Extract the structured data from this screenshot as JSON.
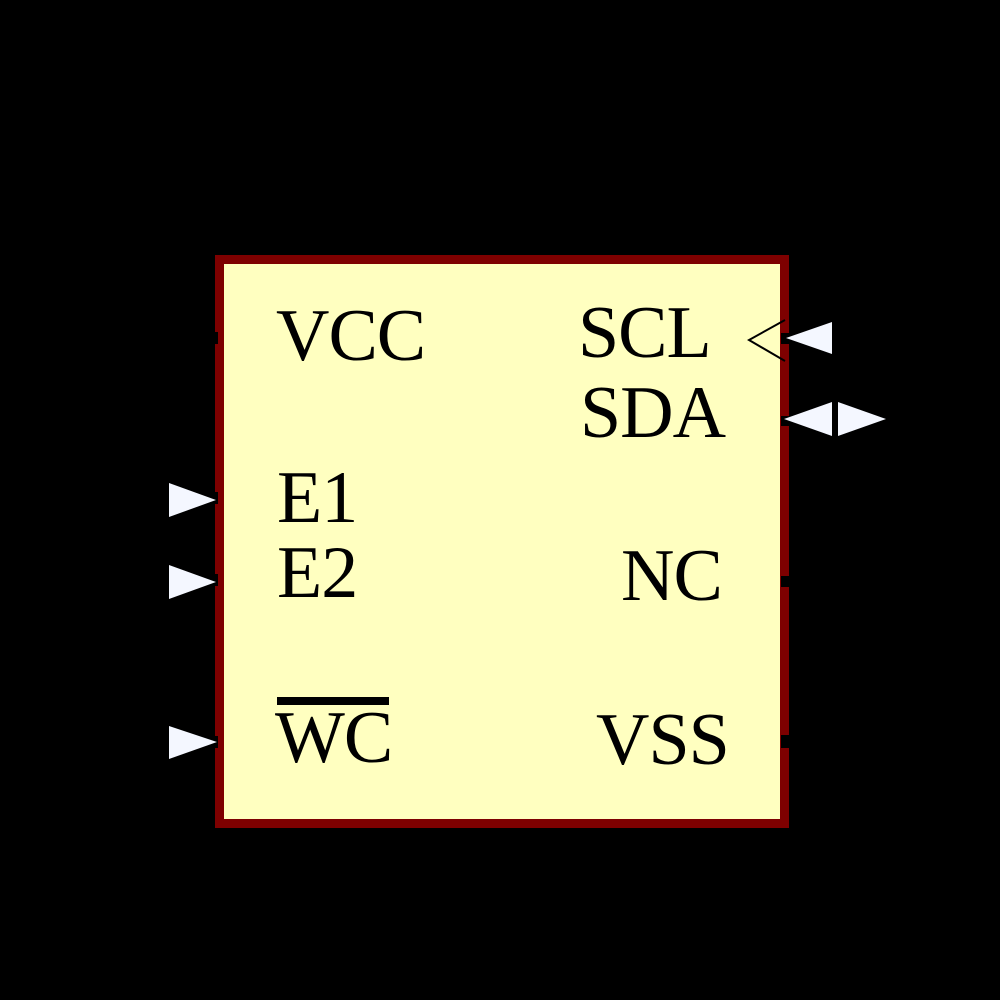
{
  "component": {
    "kind": "ic-schematic-symbol",
    "pins": {
      "vcc": {
        "label": "VCC",
        "side": "left",
        "type": "power"
      },
      "scl": {
        "label": "SCL",
        "side": "right",
        "type": "input",
        "clock_mark": true
      },
      "sda": {
        "label": "SDA",
        "side": "right",
        "type": "bidirectional"
      },
      "e1": {
        "label": "E1",
        "side": "left",
        "type": "input"
      },
      "e2": {
        "label": "E2",
        "side": "left",
        "type": "input"
      },
      "nc": {
        "label": "NC",
        "side": "right",
        "type": "no-connect"
      },
      "wc": {
        "label": "WC",
        "side": "left",
        "type": "input",
        "active_low": true
      },
      "vss": {
        "label": "VSS",
        "side": "right",
        "type": "power"
      }
    }
  },
  "colors": {
    "background": "#000000",
    "body_fill": "#FFFFC0",
    "body_border": "#7E0000",
    "arrow": "#F4F7FF",
    "text": "#000000",
    "pin_stub": "#000000"
  }
}
